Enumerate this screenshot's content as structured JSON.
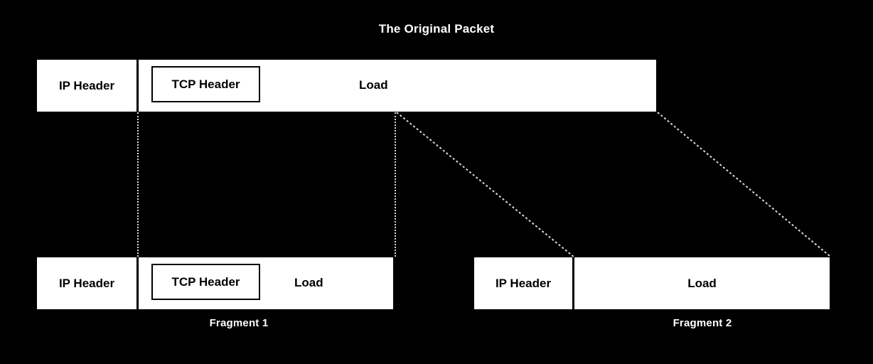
{
  "diagram": {
    "title": "The Original Packet",
    "background_color": "#000000",
    "cell_color": "#ffffff",
    "text_color": "#000000",
    "caption_color": "#ffffff",
    "connector_color": "#d9d9d9"
  },
  "original_packet": {
    "title": "The Original Packet",
    "ip_header_label": "IP Header",
    "tcp_header_label": "TCP Header",
    "load_label": "Load"
  },
  "fragment_1": {
    "caption": "Fragment 1",
    "ip_header_label": "IP Header",
    "tcp_header_label": "TCP Header",
    "load_label": "Load"
  },
  "fragment_2": {
    "caption": "Fragment 2",
    "ip_header_label": "IP Header",
    "load_label": "Load"
  }
}
